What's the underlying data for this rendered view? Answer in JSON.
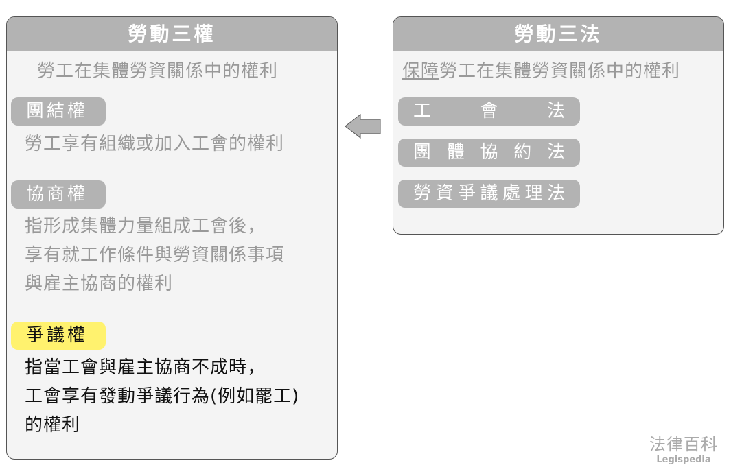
{
  "left": {
    "title": "勞動三權",
    "subtitle": "勞工在集體勞資關係中的權利",
    "rights": [
      {
        "name": "團結權",
        "desc": [
          "勞工享有組織或加入工會的權利"
        ]
      },
      {
        "name": "協商權",
        "desc": [
          "指形成集體力量組成工會後，",
          "享有就工作條件與勞資關係事項",
          "與雇主協商的權利"
        ]
      },
      {
        "name": "爭議權",
        "desc": [
          "指當工會與雇主協商不成時，",
          "工會享有發動爭議行為(例如罷工)",
          "的權利"
        ]
      }
    ]
  },
  "right": {
    "title": "勞動三法",
    "subtitle_underlined": "保障",
    "subtitle_rest": "勞工在集體勞資關係中的權利",
    "laws": [
      "工會法",
      "團體協約法",
      "勞資爭議處理法"
    ]
  },
  "watermark": {
    "zh": "法律百科",
    "en": "Legispedia"
  },
  "colors": {
    "header": "#b3b3b3",
    "highlight": "#fff26e",
    "panel": "#f4f4f4"
  }
}
